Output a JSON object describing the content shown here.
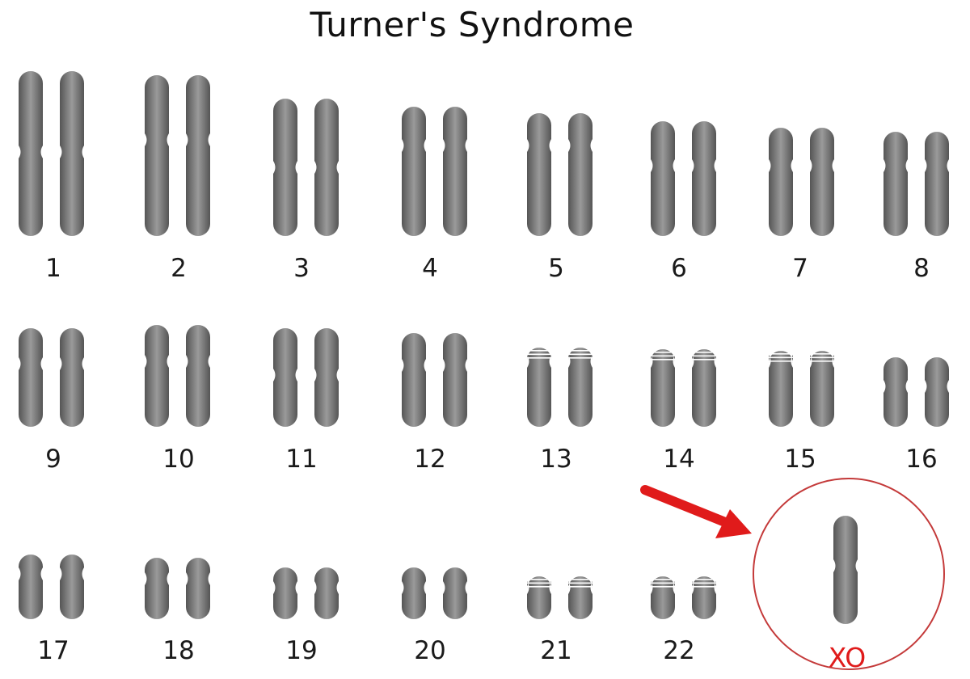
{
  "title": "Turner's Syndrome",
  "chromosomes": [
    {
      "label": "1"
    },
    {
      "label": "2"
    },
    {
      "label": "3"
    },
    {
      "label": "4"
    },
    {
      "label": "5"
    },
    {
      "label": "6"
    },
    {
      "label": "7"
    },
    {
      "label": "8"
    },
    {
      "label": "9"
    },
    {
      "label": "10"
    },
    {
      "label": "11"
    },
    {
      "label": "12"
    },
    {
      "label": "13"
    },
    {
      "label": "14"
    },
    {
      "label": "15"
    },
    {
      "label": "16"
    },
    {
      "label": "17"
    },
    {
      "label": "18"
    },
    {
      "label": "19"
    },
    {
      "label": "20"
    },
    {
      "label": "21"
    },
    {
      "label": "22"
    }
  ],
  "sex_chromosomes": {
    "label": "XO"
  },
  "colors": {
    "chromosome_dark": "#555555",
    "chromosome_light": "#9a9a9a",
    "highlight": "#e01b1b",
    "circle": "#c43a3a",
    "text": "#1a1a1a"
  }
}
